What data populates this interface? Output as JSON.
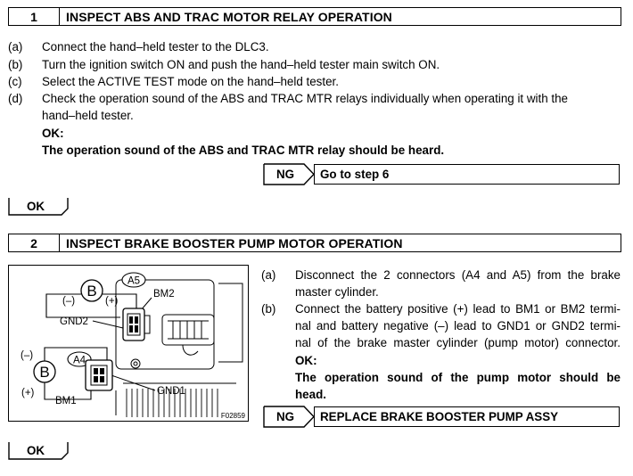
{
  "step1": {
    "number": "1",
    "title": "INSPECT ABS AND TRAC MOTOR RELAY OPERATION",
    "items": [
      {
        "label": "(a)",
        "text": "Connect the hand–held tester to the DLC3."
      },
      {
        "label": "(b)",
        "text": "Turn the ignition switch ON and push the hand–held tester main switch ON."
      },
      {
        "label": "(c)",
        "text": "Select the ACTIVE TEST mode on the hand–held tester."
      },
      {
        "label": "(d)",
        "text_line1": "Check the operation sound of the ABS and TRAC MTR relays individually when operating it with the",
        "text_line2": "hand–held tester."
      }
    ],
    "ok_label": "OK:",
    "ok_text": "The operation sound of the ABS and TRAC MTR relay should be heard.",
    "ng_label": "NG",
    "ng_action": "Go to step 6",
    "ok_tag": "OK"
  },
  "step2": {
    "number": "2",
    "title": "INSPECT BRAKE BOOSTER PUMP MOTOR OPERATION",
    "item_a_label": "(a)",
    "item_a_line1": "Disconnect the 2 connectors (A4 and A5) from the brake",
    "item_a_line2": "master cylinder.",
    "item_b_label": "(b)",
    "item_b_line1": "Connect the battery positive (+) lead to BM1 or BM2 termi-",
    "item_b_line2": "nal and battery negative (–) lead to GND1 or GND2 termi-",
    "item_b_line3": "nal of the brake master cylinder (pump motor) connector.",
    "ok_label": "OK:",
    "ok_line1": "The operation sound of the pump motor should be",
    "ok_line2": "head.",
    "ng_label": "NG",
    "ng_action": "REPLACE BRAKE BOOSTER PUMP ASSY",
    "ok_tag": "OK"
  },
  "diagram": {
    "battery_symbol": "B",
    "minus": "(–)",
    "plus": "(+)",
    "connector_a5": "A5",
    "connector_a4": "A4",
    "bm2": "BM2",
    "bm1": "BM1",
    "gnd2": "GND2",
    "gnd1": "GND1",
    "figure_id": "F02859"
  }
}
